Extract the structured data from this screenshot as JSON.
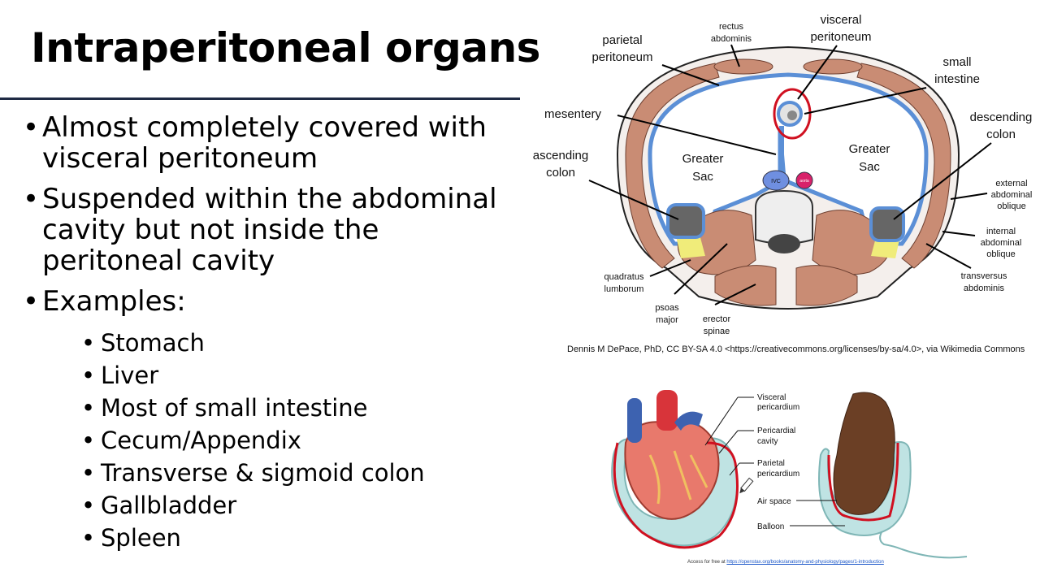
{
  "slide": {
    "title": "Intraperitoneal organs",
    "bullets": [
      {
        "text": "Almost completely covered with visceral peritoneum"
      },
      {
        "text": "Suspended within the abdominal cavity but not inside the peritoneal cavity"
      },
      {
        "text": "Examples:"
      }
    ],
    "examples": [
      "Stomach",
      "Liver",
      "Most of small intestine",
      "Cecum/Appendix",
      "Transverse & sigmoid colon",
      "Gallbladder",
      "Spleen"
    ]
  },
  "abdomen_figure": {
    "labels": {
      "parietal_peritoneum": [
        "parietal",
        "peritoneum"
      ],
      "rectus_abdominis": [
        "rectus",
        "abdominis"
      ],
      "visceral_peritoneum": [
        "visceral",
        "peritoneum"
      ],
      "small_intestine": [
        "small",
        "intestine"
      ],
      "mesentery": "mesentery",
      "descending_colon": [
        "descending",
        "colon"
      ],
      "ascending_colon": [
        "ascending",
        "colon"
      ],
      "greater_sac_left": [
        "Greater",
        "Sac"
      ],
      "greater_sac_right": [
        "Greater",
        "Sac"
      ],
      "external_oblique": [
        "external",
        "abdominal",
        "oblique"
      ],
      "internal_oblique": [
        "internal",
        "abdominal",
        "oblique"
      ],
      "transversus": [
        "transversus",
        "abdominis"
      ],
      "quadratus": [
        "quadratus",
        "lumborum"
      ],
      "psoas": [
        "psoas",
        "major"
      ],
      "erector": [
        "erector",
        "spinae"
      ],
      "ivc": "IVC",
      "aorta": "aorta"
    },
    "credit": "Dennis M DePace, PhD, CC BY-SA 4.0 <https://creativecommons.org/licenses/by-sa/4.0>, via Wikimedia Commons"
  },
  "pericardium_figure": {
    "labels": {
      "visceral_pericardium": [
        "Visceral",
        "pericardium"
      ],
      "pericardial_cavity": [
        "Pericardial",
        "cavity"
      ],
      "parietal_pericardium": [
        "Parietal",
        "pericardium"
      ],
      "air_space": "Air space",
      "balloon": "Balloon"
    },
    "access_prefix": "Access for free at",
    "access_link": "https://openstax.org/books/anatomy-and-physiology/pages/1-introduction"
  },
  "colors": {
    "title_rule": "#1f2a44",
    "peritoneum_blue": "#5b8fd6",
    "muscle": "#c98c74",
    "annotation_red": "#d01020",
    "balloon": "#bfe3e3"
  }
}
